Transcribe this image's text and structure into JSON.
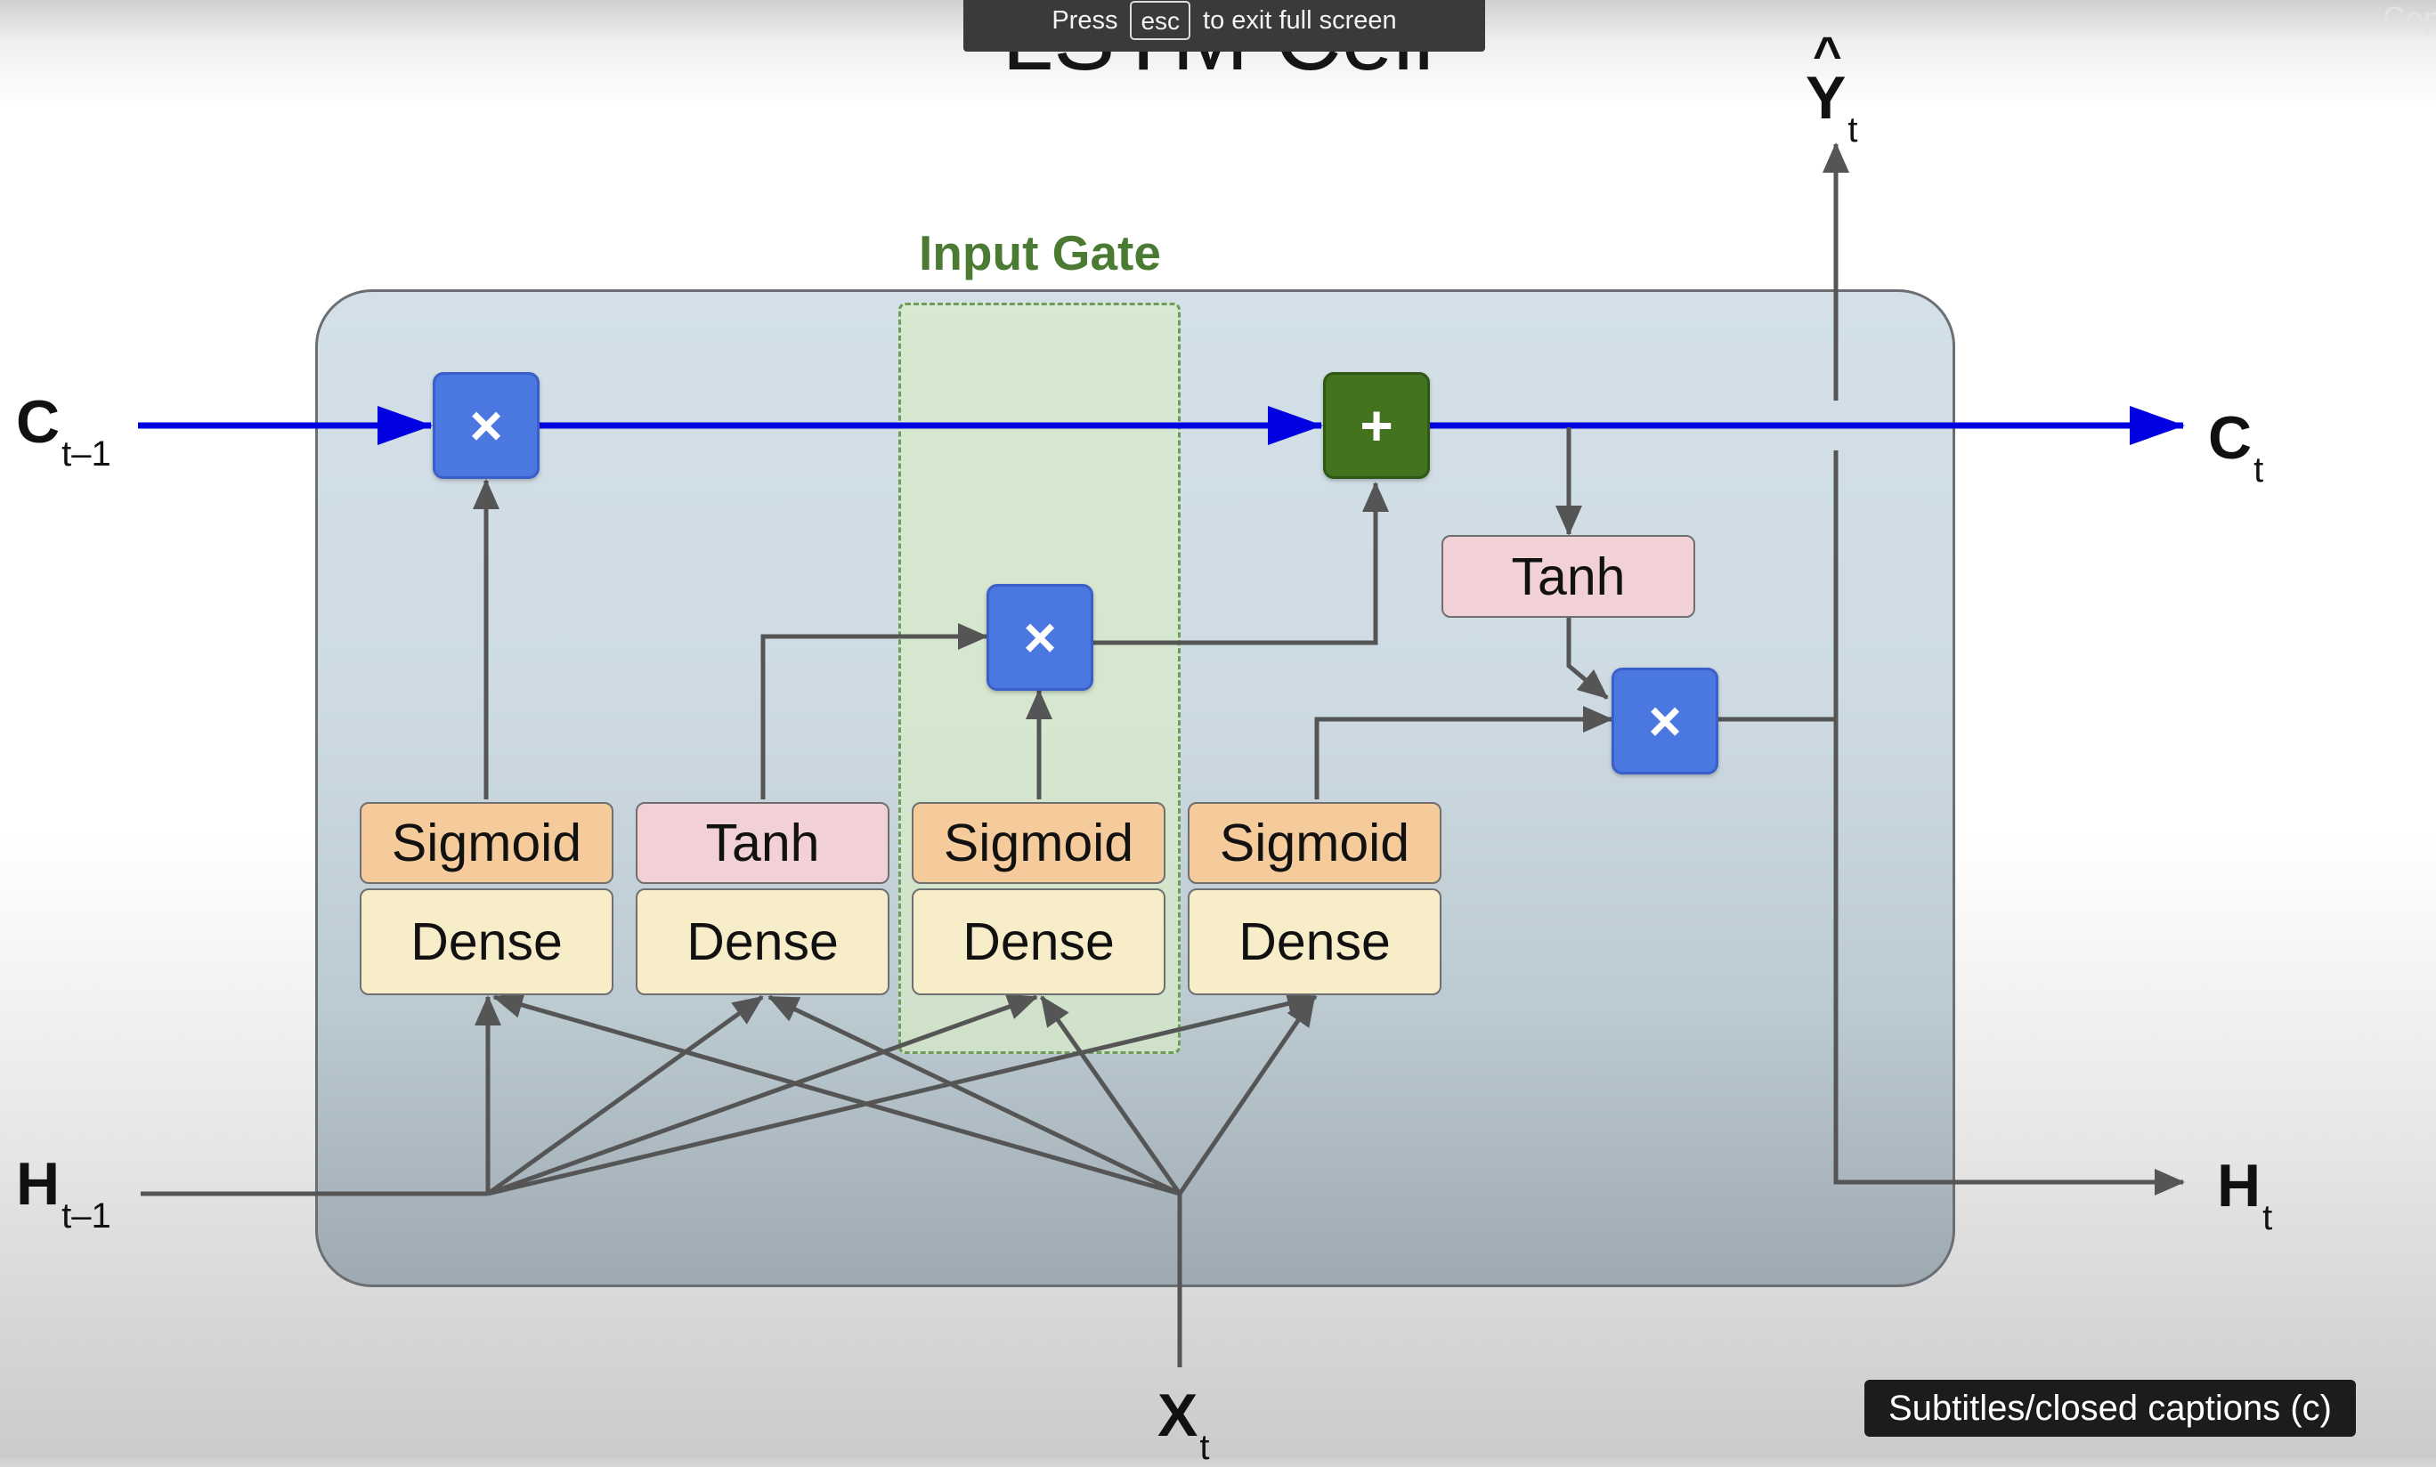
{
  "slide": {
    "title": "LSTM Cell"
  },
  "fullscreen_notice": {
    "press": "Press",
    "key": "esc",
    "message": "to exit full screen"
  },
  "corner_text": "Cop",
  "caption_button": "Subtitles/closed captions (c)",
  "diagram": {
    "gate_label": "Input Gate",
    "blocks": {
      "forget_sigmoid": "Sigmoid",
      "forget_dense": "Dense",
      "candidate_tanh": "Tanh",
      "candidate_dense": "Dense",
      "input_sigmoid": "Sigmoid",
      "input_dense": "Dense",
      "output_sigmoid": "Sigmoid",
      "output_dense": "Dense",
      "cell_tanh": "Tanh"
    },
    "ops": {
      "multiply": "×",
      "add": "+"
    },
    "variables": {
      "c_prev": {
        "main": "C",
        "sub": "t–1"
      },
      "c_next": {
        "main": "C",
        "sub": "t"
      },
      "h_prev": {
        "main": "H",
        "sub": "t–1"
      },
      "h_next": {
        "main": "H",
        "sub": "t"
      },
      "x": {
        "main": "X",
        "sub": "t"
      },
      "y_hat": {
        "hat": "^",
        "main": "Y",
        "sub": "t"
      }
    },
    "colors": {
      "cell_state_line": "#0000e0",
      "wire": "#555555",
      "multiply_op": "#4a78e0",
      "add_op": "#44731f",
      "sigmoid": "#f5cb9b",
      "tanh": "#f2d1d6",
      "dense": "#f8edc9",
      "gate_region": "#d8ecc8",
      "gate_label": "#4b7a33"
    }
  }
}
